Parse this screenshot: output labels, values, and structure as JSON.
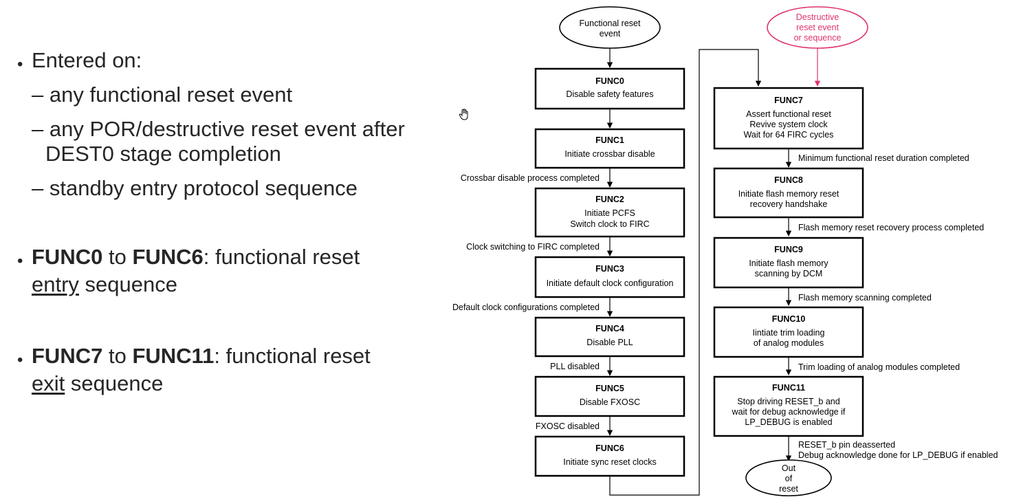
{
  "bullets": {
    "entered_on": "Entered on:",
    "sub1": "any functional reset event",
    "sub2_line1": "any POR/destructive reset event after",
    "sub2_line2": "DEST0 stage completion",
    "sub3": "standby entry protocol sequence",
    "entry": {
      "from": "FUNC0",
      "to_word": "to",
      "to": "FUNC6",
      "rest": ": functional reset",
      "underlined": "entry",
      "tail": "sequence"
    },
    "exit": {
      "from": "FUNC7",
      "to_word": "to",
      "to": "FUNC11",
      "rest": ": functional reset",
      "underlined": "exit",
      "tail": "sequence"
    }
  },
  "diagram": {
    "start_event": [
      "Functional reset",
      "event"
    ],
    "destructive_event": [
      "Destructive",
      "reset event",
      "or sequence"
    ],
    "destructive_color": "#e0336b",
    "end_event": [
      "Out",
      "of",
      "reset"
    ],
    "left_column": [
      {
        "title": "FUNC0",
        "lines": [
          "Disable safety features"
        ],
        "label_above": ""
      },
      {
        "title": "FUNC1",
        "lines": [
          "Initiate crossbar disable"
        ],
        "label_above": ""
      },
      {
        "title": "FUNC2",
        "lines": [
          "Initiate PCFS",
          "Switch clock to FIRC"
        ],
        "label_above": "Crossbar disable process completed"
      },
      {
        "title": "FUNC3",
        "lines": [
          "Initiate default clock configuration"
        ],
        "label_above": "Clock switching to FIRC completed"
      },
      {
        "title": "FUNC4",
        "lines": [
          "Disable PLL"
        ],
        "label_above": "Default clock configurations completed"
      },
      {
        "title": "FUNC5",
        "lines": [
          "Disable FXOSC"
        ],
        "label_above": "PLL disabled"
      },
      {
        "title": "FUNC6",
        "lines": [
          "Initiate sync reset clocks"
        ],
        "label_above": "FXOSC disabled"
      }
    ],
    "right_column": [
      {
        "title": "FUNC7",
        "lines": [
          "Assert functional reset",
          "Revive system clock",
          "Wait for 64 FIRC cycles"
        ],
        "label_above": ""
      },
      {
        "title": "FUNC8",
        "lines": [
          "Initiate flash memory reset",
          "recovery handshake"
        ],
        "label_above": "Minimum functional reset duration completed"
      },
      {
        "title": "FUNC9",
        "lines": [
          "Initiate flash memory",
          "scanning by DCM"
        ],
        "label_above": "Flash memory reset recovery process completed"
      },
      {
        "title": "FUNC10",
        "lines": [
          "Iintiate trim loading",
          "of analog modules"
        ],
        "label_above": "Flash memory scanning completed"
      },
      {
        "title": "FUNC11",
        "lines": [
          "Stop driving RESET_b and",
          "wait for debug acknowledge if",
          "LP_DEBUG is enabled"
        ],
        "label_above": "Trim loading of analog modules completed"
      }
    ],
    "final_labels": [
      "RESET_b pin deasserted",
      "Debug acknowledge done for LP_DEBUG if enabled"
    ]
  }
}
